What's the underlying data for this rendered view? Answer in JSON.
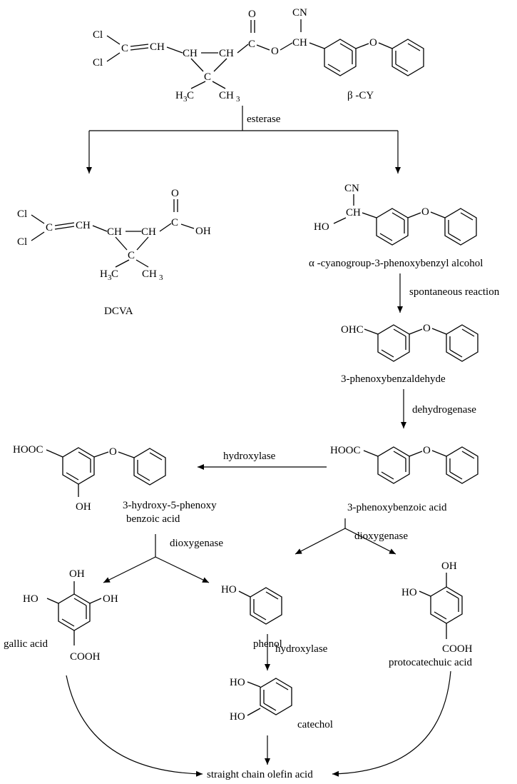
{
  "atoms": {
    "cl": "Cl",
    "c": "C",
    "ch": "CH",
    "o": "O",
    "cn": "CN",
    "h": "H",
    "c3": "C",
    "h3": "3",
    "oh": "OH",
    "ho": "HO",
    "hooc": "HOOC",
    "ohc": "OHC",
    "cooh": "COOH"
  },
  "compounds": {
    "beta_cy": "β -CY",
    "dcva": "DCVA",
    "cyano_alcohol": "α -cyanogroup-3-phenoxybenzyl alcohol",
    "aldehyde": "3-phenoxybenzaldehyde",
    "pba": "3-phenoxybenzoic acid",
    "hydroxy_pba_line1": "3-hydroxy-5-phenoxy",
    "hydroxy_pba_line2": "benzoic acid",
    "gallic": "gallic acid",
    "phenol": "phenol",
    "protocatechuic": "protocatechuic acid",
    "catechol": "catechol",
    "final": "straight chain olefin acid"
  },
  "enzymes": {
    "esterase": "esterase",
    "spontaneous": "spontaneous reaction",
    "dehydrogenase": "dehydrogenase",
    "hydroxylase_1": "hydroxylase",
    "dioxygenase_left": "dioxygenase",
    "dioxygenase_right": "dioxygenase",
    "hydroxylase_2": "hydroxylase"
  }
}
